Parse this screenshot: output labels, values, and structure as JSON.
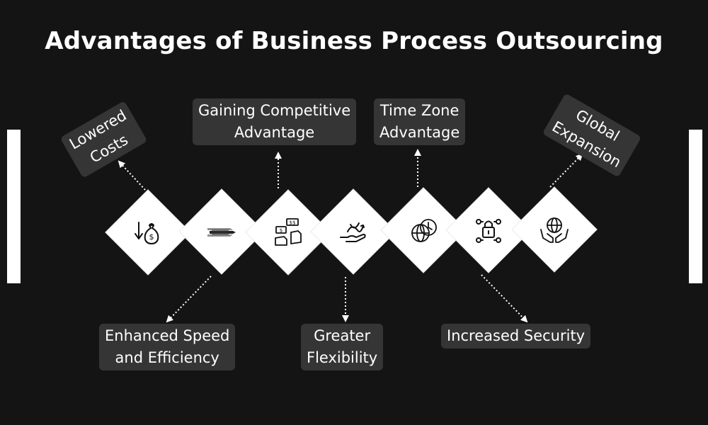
{
  "title": "Advantages of Business Process Outsourcing",
  "advantages": [
    {
      "line1": "Lowered",
      "line2": "Costs",
      "icon": "money-bag-down-icon"
    },
    {
      "line1": "Enhanced Speed",
      "line2": "and Efficiency",
      "icon": "speed-lines-icon"
    },
    {
      "line1": "Gaining Competitive",
      "line2": "Advantage",
      "icon": "dollar-exchange-icon"
    },
    {
      "line1": "Greater",
      "line2": "Flexibility",
      "icon": "flexible-hand-icon"
    },
    {
      "line1": "Time Zone",
      "line2": "Advantage",
      "icon": "globe-clock-icon"
    },
    {
      "line1": "Increased Security",
      "line2": "",
      "icon": "security-lock-icon"
    },
    {
      "line1": "Global",
      "line2": "Expansion",
      "icon": "globe-hands-icon"
    }
  ],
  "colors": {
    "background": "#141414",
    "label_background": "#353535",
    "diamond": "#ffffff",
    "text": "#ffffff"
  }
}
